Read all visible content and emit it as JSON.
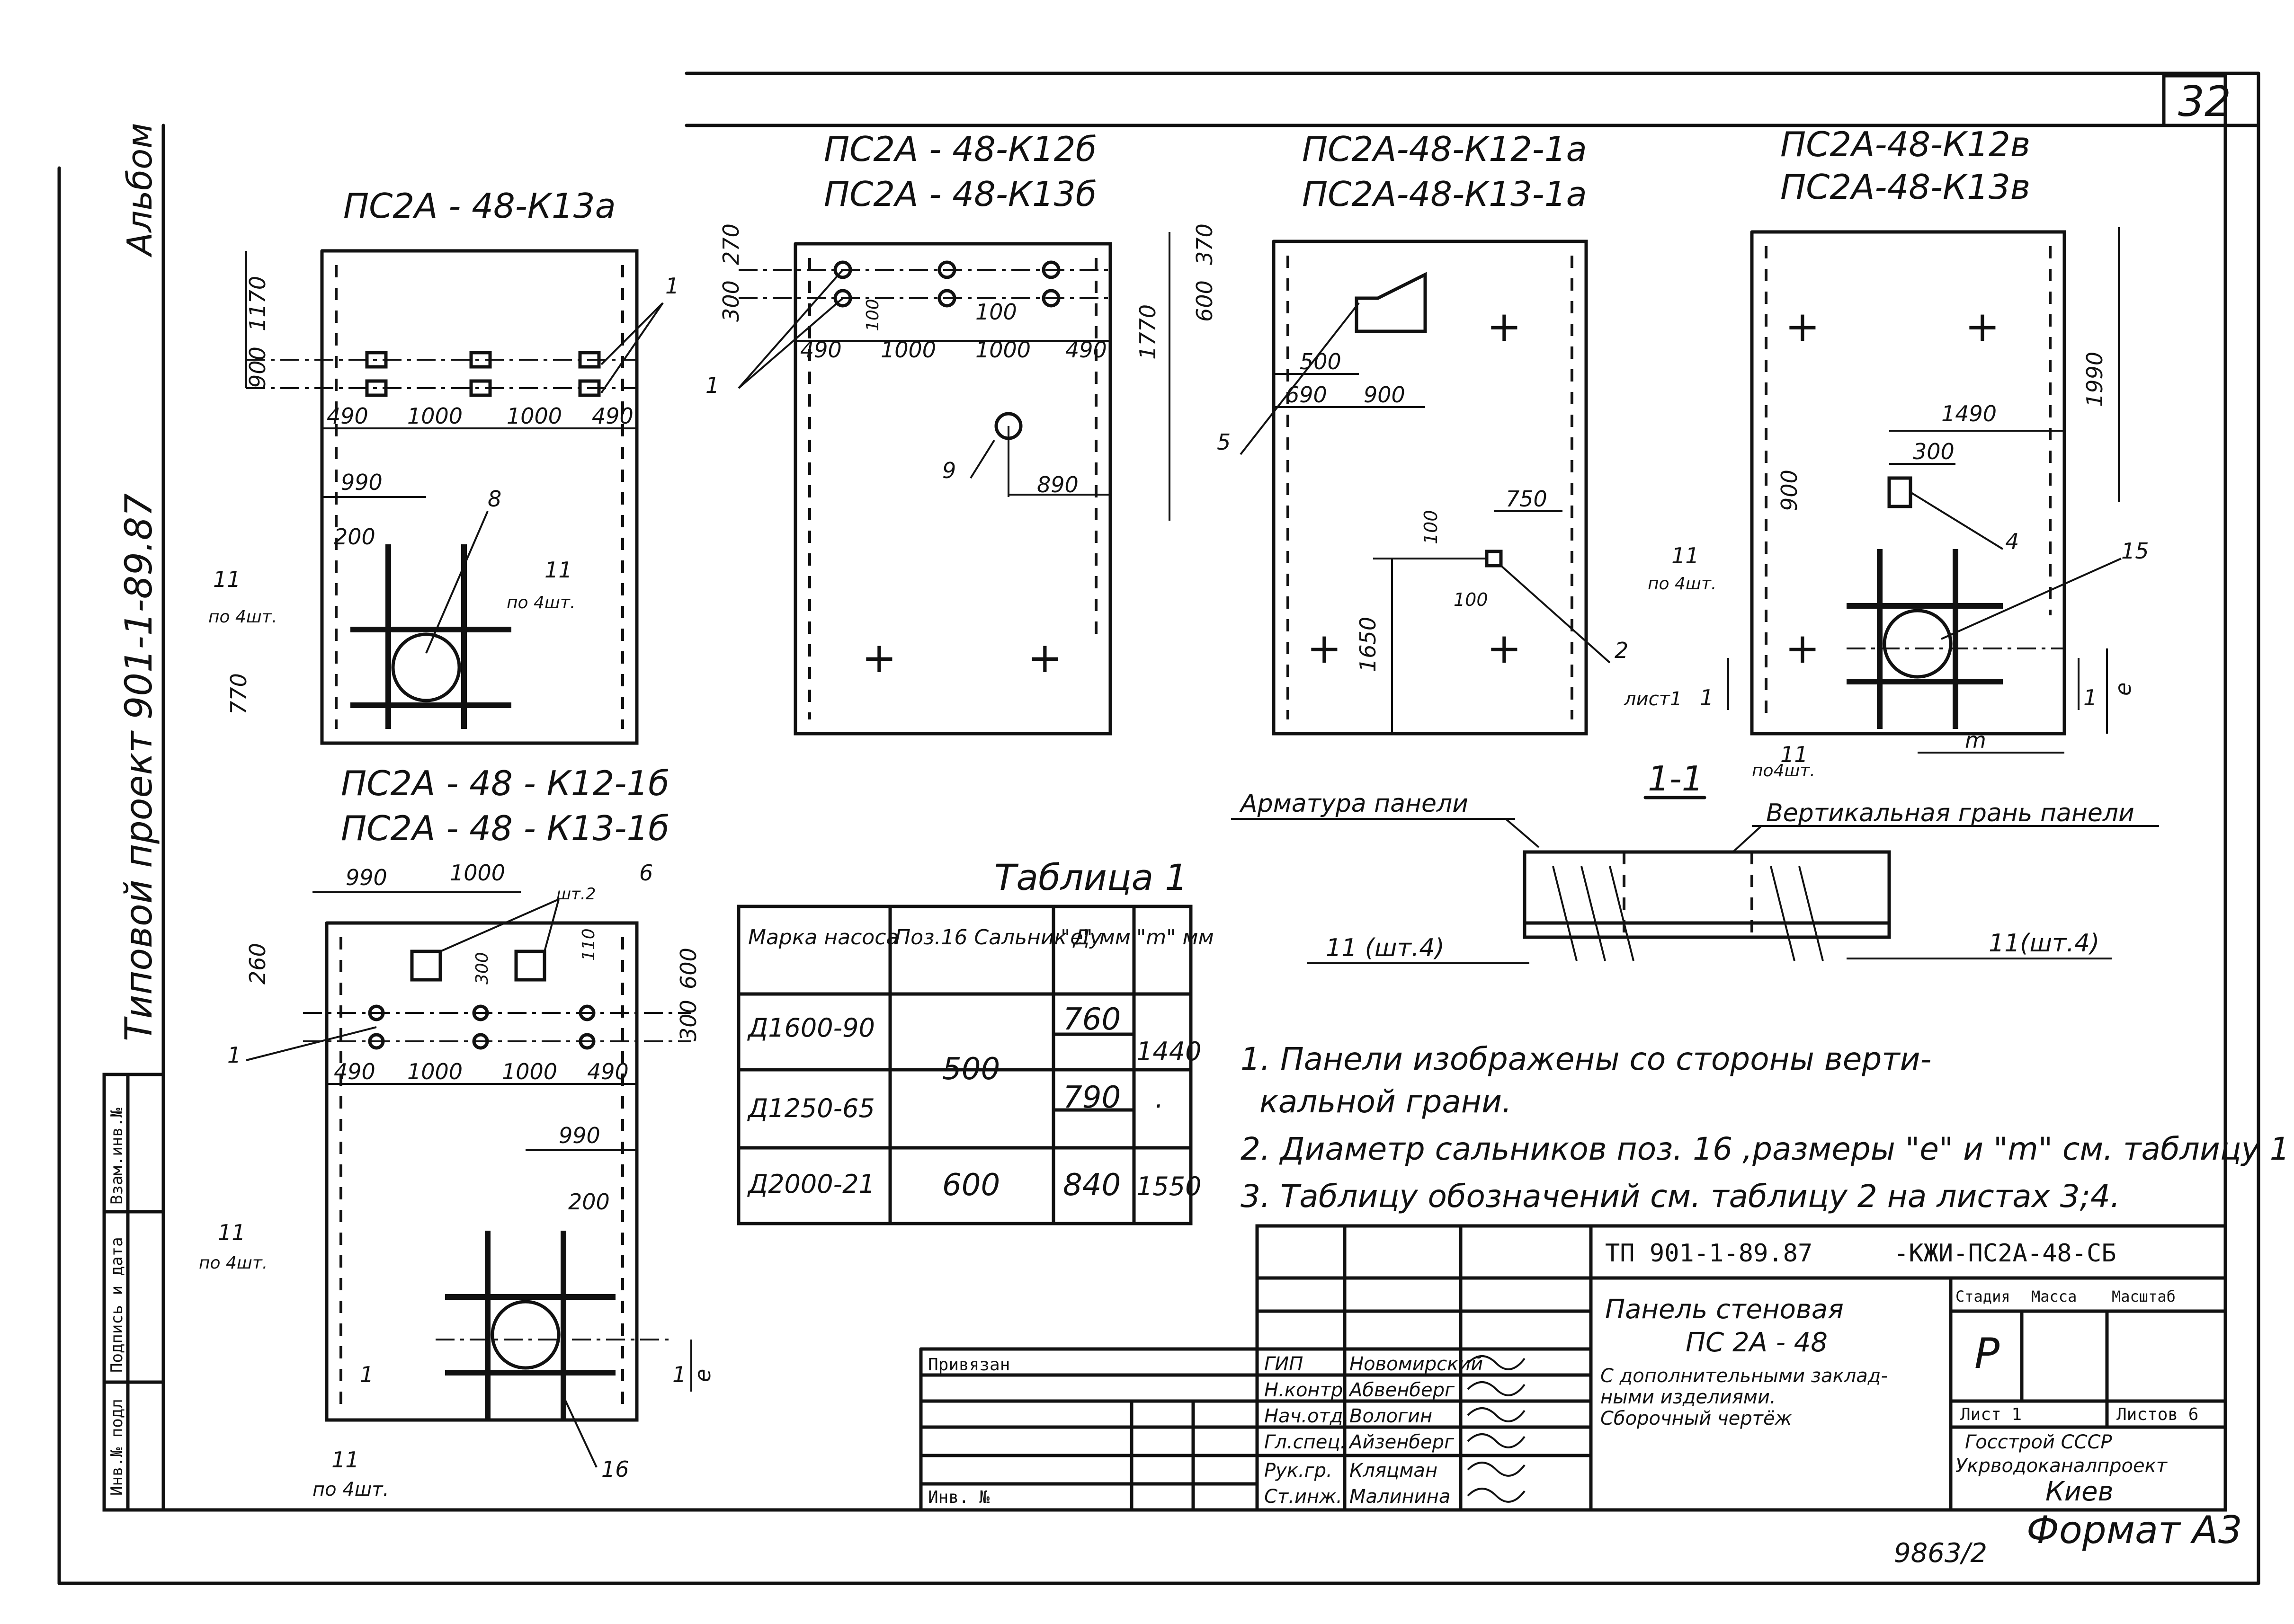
{
  "sheet": {
    "sheet_number": "32",
    "album_label": "Альбом",
    "project_label": "Типовой проект 901-1-89.87",
    "side_stamp": [
      "Инв.№ подл",
      "Подпись и дата",
      "Взам.инв.№"
    ],
    "archive_number": "9863/2",
    "format_label": "Формат А3"
  },
  "panels": [
    {
      "title_lines": [
        "ПС2А - 48-К13а"
      ],
      "dims": [
        "1170",
        "900",
        "490",
        "1000",
        "1000",
        "490",
        "990",
        "200",
        "770",
        "8",
        "1",
        "11",
        "по 4шт.",
        "11",
        "по 4шт."
      ]
    },
    {
      "title_lines": [
        "ПС2А - 48-К12б",
        "ПС2А - 48-К13б"
      ],
      "dims": [
        "270",
        "300",
        "490",
        "1000",
        "1000",
        "490",
        "100",
        "100",
        "1770",
        "890",
        "9",
        "1"
      ]
    },
    {
      "title_lines": [
        "ПС2А-48-К12-1а",
        "ПС2А-48-К13-1а"
      ],
      "dims": [
        "370",
        "600",
        "500",
        "690",
        "900",
        "5",
        "750",
        "100",
        "100",
        "1650",
        "2"
      ]
    },
    {
      "title_lines": [
        "ПС2А-48-К12в",
        "ПС2А-48-К13в"
      ],
      "dims": [
        "1490",
        "300",
        "900",
        "1990",
        "4",
        "15",
        "11",
        "по 4шт.",
        "11",
        "по4шт.",
        "лист1",
        "1",
        "1",
        "m",
        "e"
      ]
    },
    {
      "title_lines": [
        "ПС2А - 48 - К12-1б",
        "ПС2А - 48 - К13-1б"
      ],
      "dims": [
        "990",
        "1000",
        "6",
        "шт.2",
        "260",
        "300",
        "600",
        "110",
        "300",
        "490",
        "1000",
        "1000",
        "490",
        "990",
        "200",
        "1",
        "11",
        "по 4шт.",
        "11",
        "по 4шт.",
        "16",
        "1",
        "1",
        "e"
      ]
    }
  ],
  "section": {
    "label": "1-1",
    "left_caption": "Арматура панели",
    "right_caption": "Вертикальная грань панели",
    "left_bar_label": "11 (шт.4)",
    "right_bar_label": "11(шт.4)"
  },
  "table1": {
    "title": "Таблица 1",
    "headers": [
      "Марка насоса",
      "Поз.16 Сальник Ду",
      "\"е\" мм",
      "\"m\" мм"
    ],
    "rows": [
      {
        "pump": "Д1600-90",
        "dn": "500",
        "e": "760",
        "m": "1440"
      },
      {
        "pump": "Д1250-65",
        "dn": "",
        "e": "790",
        "m": "."
      },
      {
        "pump": "Д2000-21",
        "dn": "600",
        "e": "840",
        "m": "1550"
      }
    ]
  },
  "notes": [
    "1. Панели изображены со стороны верти-",
    "кальной грани.",
    "2. Диаметр сальников поз. 16 ,размеры \"е\" и \"m\" см. таблицу 1",
    "3. Таблицу обозначений см. таблицу 2 на листах 3;4."
  ],
  "title_block": {
    "code": "ТП 901-1-89.87",
    "doc_code": "-КЖИ-ПС2А-48-СБ",
    "name_lines": [
      "Панель стеновая",
      "ПС 2А - 48",
      "С дополнительными заклад-",
      "ными изделиями.",
      "Сборочный чертёж"
    ],
    "stage_header": [
      "Стадия",
      "Масса",
      "Масштаб"
    ],
    "stage": "Р",
    "sheet_label": "Лист 1",
    "sheets_label": "Листов 6",
    "org_lines": [
      "Госстрой СССР",
      "Укрводоканалпроект",
      "Киев"
    ],
    "privyazan": "Привязан",
    "inv": "Инв. №",
    "roles": [
      {
        "role": "ГИП",
        "name": "Новомирский"
      },
      {
        "role": "Н.контр.",
        "name": "Абвенберг"
      },
      {
        "role": "Нач.отд.",
        "name": "Вологин"
      },
      {
        "role": "Гл.спец.",
        "name": "Айзенберг"
      },
      {
        "role": "Рук.гр.",
        "name": "Кляцман"
      },
      {
        "role": "Ст.инж.",
        "name": "Малинина"
      }
    ]
  }
}
